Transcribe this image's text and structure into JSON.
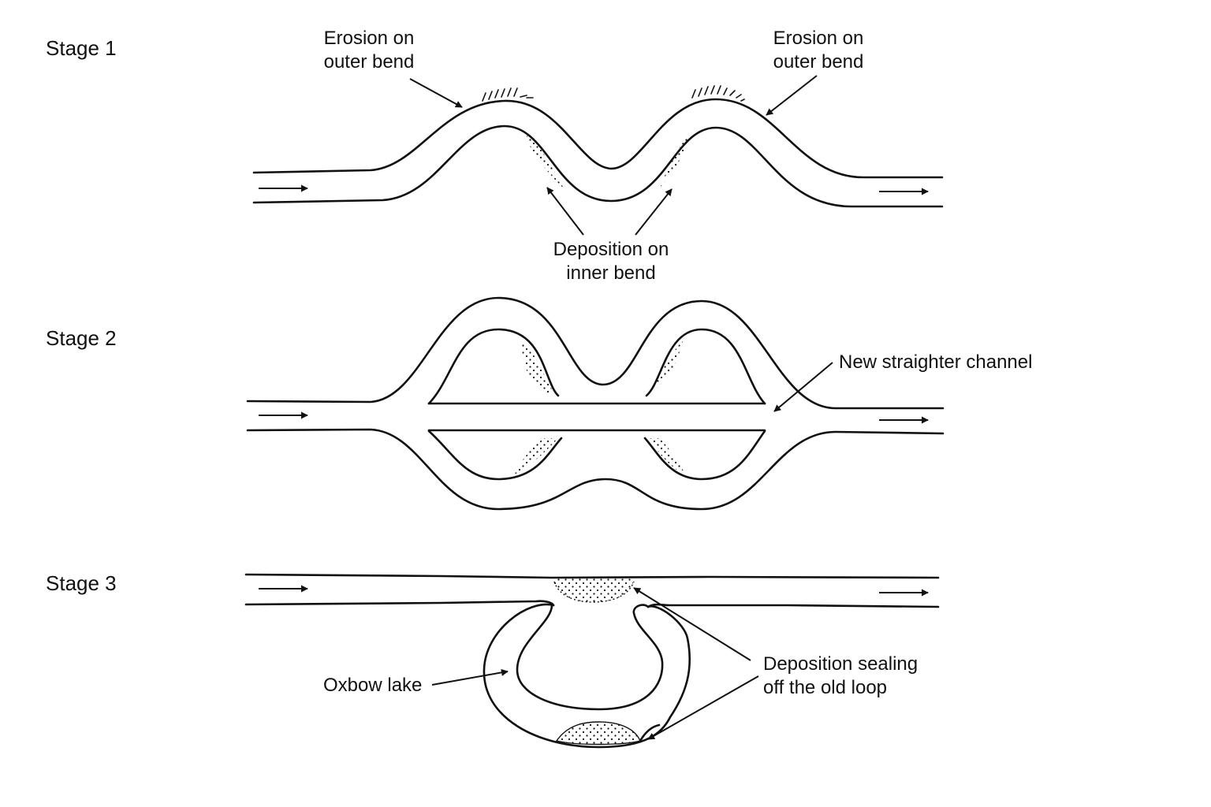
{
  "stages": {
    "stage1": "Stage 1",
    "stage2": "Stage 2",
    "stage3": "Stage 3"
  },
  "labels": {
    "erosion_left_l1": "Erosion on",
    "erosion_left_l2": "outer bend",
    "erosion_right_l1": "Erosion on",
    "erosion_right_l2": "outer bend",
    "deposition_inner_l1": "Deposition on",
    "deposition_inner_l2": "inner bend",
    "new_channel": "New straighter channel",
    "oxbow": "Oxbow lake",
    "sealing_l1": "Deposition sealing",
    "sealing_l2": "off the old loop"
  },
  "colors": {
    "ink": "#111111",
    "background": "#ffffff"
  }
}
